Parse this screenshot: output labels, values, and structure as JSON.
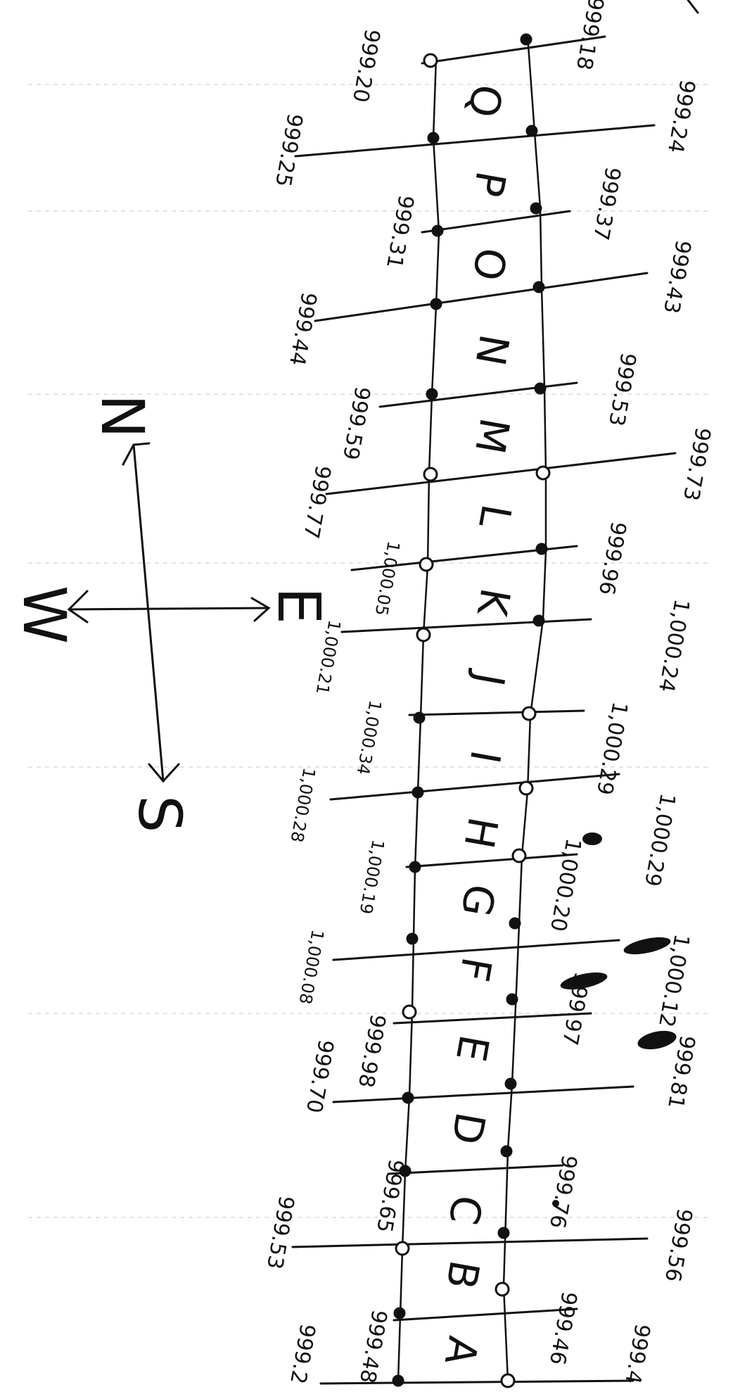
{
  "compass": {
    "north": "N",
    "south": "S",
    "east": "E",
    "west": "W"
  },
  "cells": [
    "Q",
    "P",
    "O",
    "N",
    "M",
    "L",
    "K",
    "J",
    "I",
    "H",
    "G",
    "F",
    "E",
    "D",
    "C",
    "B",
    "A"
  ],
  "top_labels": [
    "999.18",
    "999.37",
    "999.53",
    "999.96",
    "1,000.29",
    "1,000.20",
    "999.97",
    "999.76",
    "999.46"
  ],
  "right_labels": [
    "999.24",
    "999.43",
    "999.73",
    "1,000.24",
    "1,000.29",
    "1,000.12",
    "999.81",
    "999.56",
    "999.4"
  ],
  "inner_left_labels": [
    "999.20",
    "999.31",
    "999.59",
    "1,000.05",
    "1,000.34",
    "1,000.19",
    "999.98",
    "999.65",
    "999.48"
  ],
  "outer_left_labels": [
    "999.25",
    "999.44",
    "999.77",
    "1,000.21",
    "1,000.28",
    "1,000.08",
    "999.70",
    "999.53",
    "999.2"
  ]
}
